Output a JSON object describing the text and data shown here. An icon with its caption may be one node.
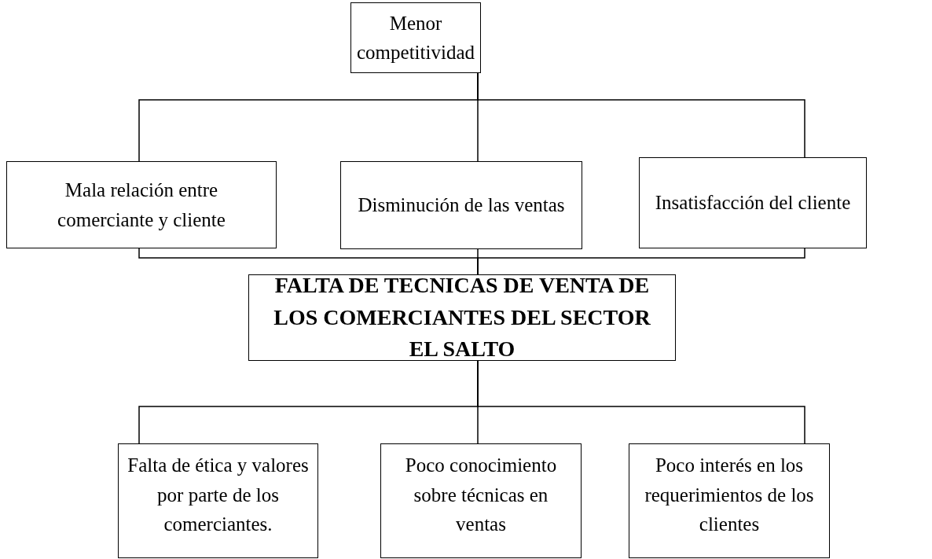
{
  "diagram": {
    "nodes": [
      {
        "text": [
          "Menor competitividad"
        ]
      },
      {
        "text": [
          "Mala relación entre comerciante y cliente"
        ]
      },
      {
        "text": [
          "Disminución de las ventas"
        ]
      },
      {
        "text": [
          "Insatisfacción del cliente"
        ]
      },
      {
        "text": [
          "FALTA DE TECNICAS DE VENTA DE LOS COMERCIANTES DEL SECTOR EL SALTO"
        ]
      },
      {
        "text": [
          "Falta de ética y valores por parte de los comerciantes."
        ]
      },
      {
        "text": [
          "Poco conocimiento sobre técnicas en ventas"
        ]
      },
      {
        "text": [
          "Poco interés en los requerimientos de los clientes"
        ]
      }
    ],
    "edges": [
      {
        "from": 0,
        "to": 1,
        "arrow": "none"
      },
      {
        "from": 0,
        "to": 2,
        "arrow": "none"
      },
      {
        "from": 0,
        "to": 3,
        "arrow": "none"
      },
      {
        "from": 1,
        "to": 4,
        "arrow": "none"
      },
      {
        "from": 2,
        "to": 4,
        "arrow": "none"
      },
      {
        "from": 3,
        "to": 4,
        "arrow": "none"
      },
      {
        "from": 4,
        "to": 5,
        "arrow": "none"
      },
      {
        "from": 4,
        "to": 6,
        "arrow": "none"
      },
      {
        "from": 4,
        "to": 7,
        "arrow": "none"
      }
    ]
  }
}
